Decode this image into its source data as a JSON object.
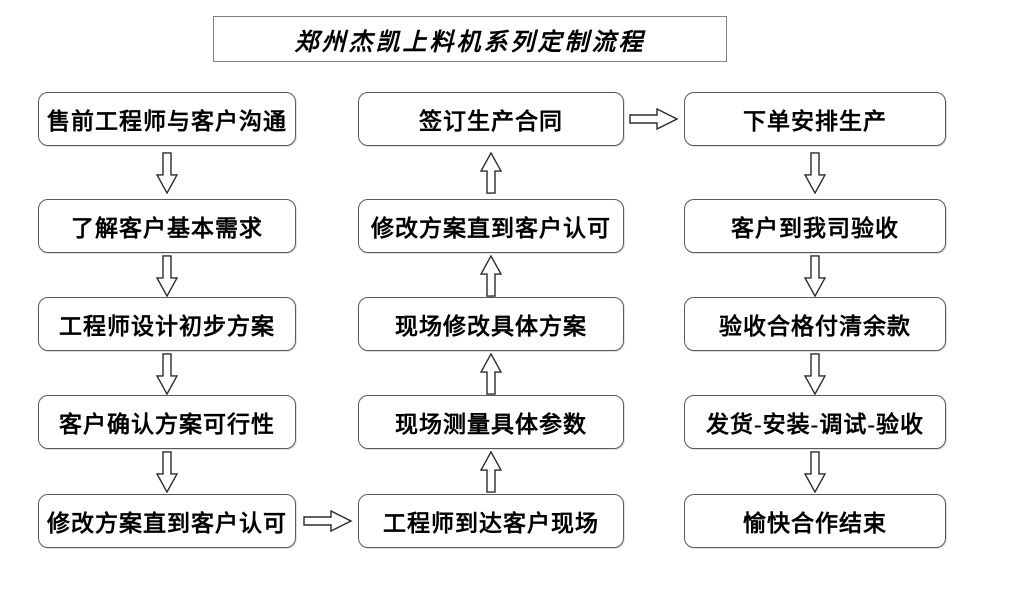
{
  "title": "郑州杰凯上料机系列定制流程",
  "flow": {
    "left": [
      "售前工程师与客户沟通",
      "了解客户基本需求",
      "工程师设计初步方案",
      "客户确认方案可行性",
      "修改方案直到客户认可"
    ],
    "middle": [
      "签订生产合同",
      "修改方案直到客户认可",
      "现场修改具体方案",
      "现场测量具体参数",
      "工程师到达客户现场"
    ],
    "right": [
      "下单安排生产",
      "客户到我司验收",
      "验收合格付清余款",
      "发货-安装-调试-验收",
      "愉快合作结束"
    ]
  },
  "icons": {
    "down_arrow": "down-arrow-icon",
    "up_arrow": "up-arrow-icon",
    "right_arrow": "right-arrow-icon"
  },
  "colors": {
    "box_border": "#5a5a5a",
    "text": "#000000",
    "background": "#ffffff"
  }
}
